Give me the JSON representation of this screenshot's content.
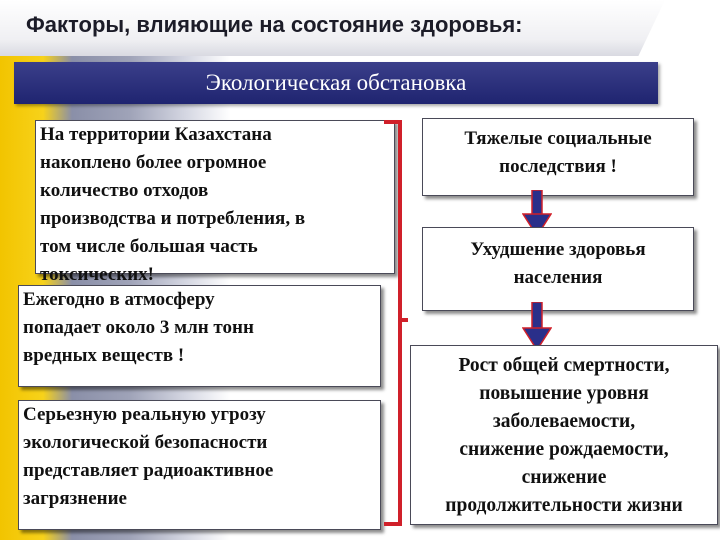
{
  "header": {
    "title": "Факторы, влияющие на состояние здоровья:"
  },
  "banner": {
    "title": "Экологическая обстановка"
  },
  "left_blocks": [
    {
      "text": "  На территории Казахстана\nнакоплено более огромное\nколичество отходов\nпроизводства и потребления, в\nтом числе   большая часть\nтоксических!"
    },
    {
      "text": "  Ежегодно в атмосферу\nпопадает около 3 млн тонн\nвредных веществ !"
    },
    {
      "text": "  Серьезную реальную угрозу\nэкологической безопасности\nпредставляет радиоактивное\nзагрязнение"
    }
  ],
  "right_blocks": [
    {
      "text": "Тяжелые социальные\nпоследствия !"
    },
    {
      "text": "Ухудшение здоровья\nнаселения"
    },
    {
      "text": "Рост общей смертности,\nповышение уровня\nзаболеваемости,\nснижение рождаемости,\nснижение\nпродолжительности жизни"
    }
  ],
  "colors": {
    "banner": "#1f2470",
    "bracket": "#d0202a",
    "arrow": "#2a2f8a",
    "accent_yellow": "#f2c400"
  }
}
